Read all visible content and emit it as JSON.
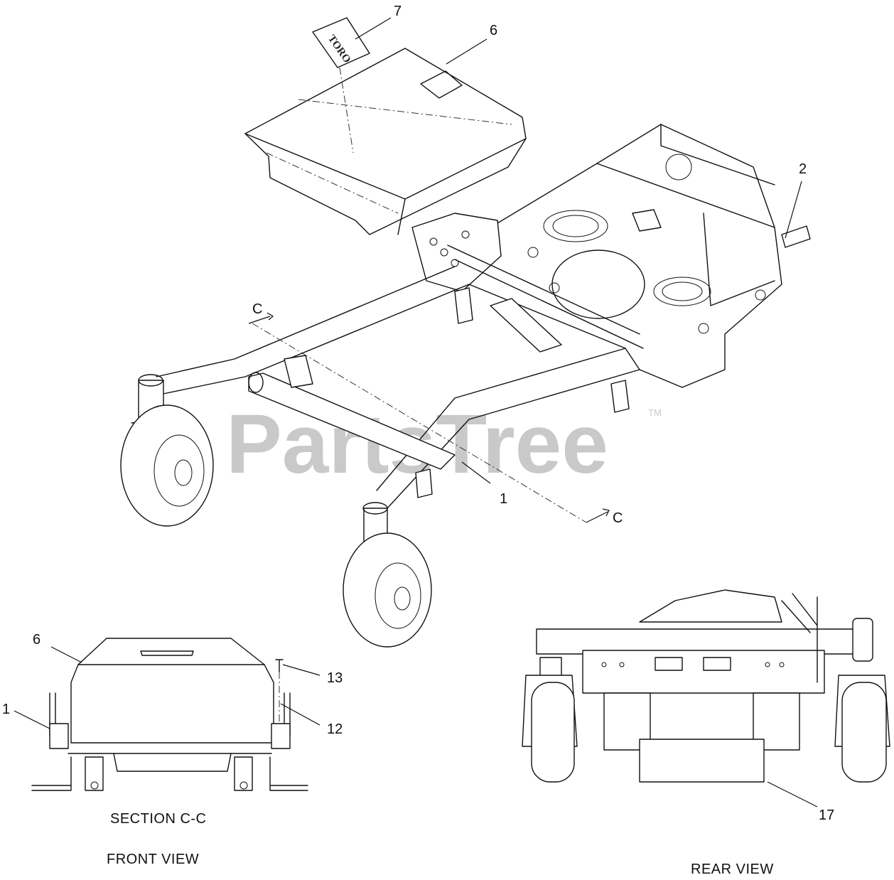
{
  "watermark": {
    "text": "PartsTree",
    "tm": "TM"
  },
  "logo": {
    "text": "TORO"
  },
  "callouts": {
    "c7": "7",
    "c6_top": "6",
    "c2": "2",
    "c1_top": "1",
    "c_sec_top": "C",
    "c_sec_bottom": "C",
    "c6_front": "6",
    "c13": "13",
    "c1_front": "1",
    "c12": "12",
    "c17": "17"
  },
  "captions": {
    "section": "SECTION  C-C",
    "front_view": "FRONT VIEW",
    "rear_view": "REAR VIEW"
  }
}
